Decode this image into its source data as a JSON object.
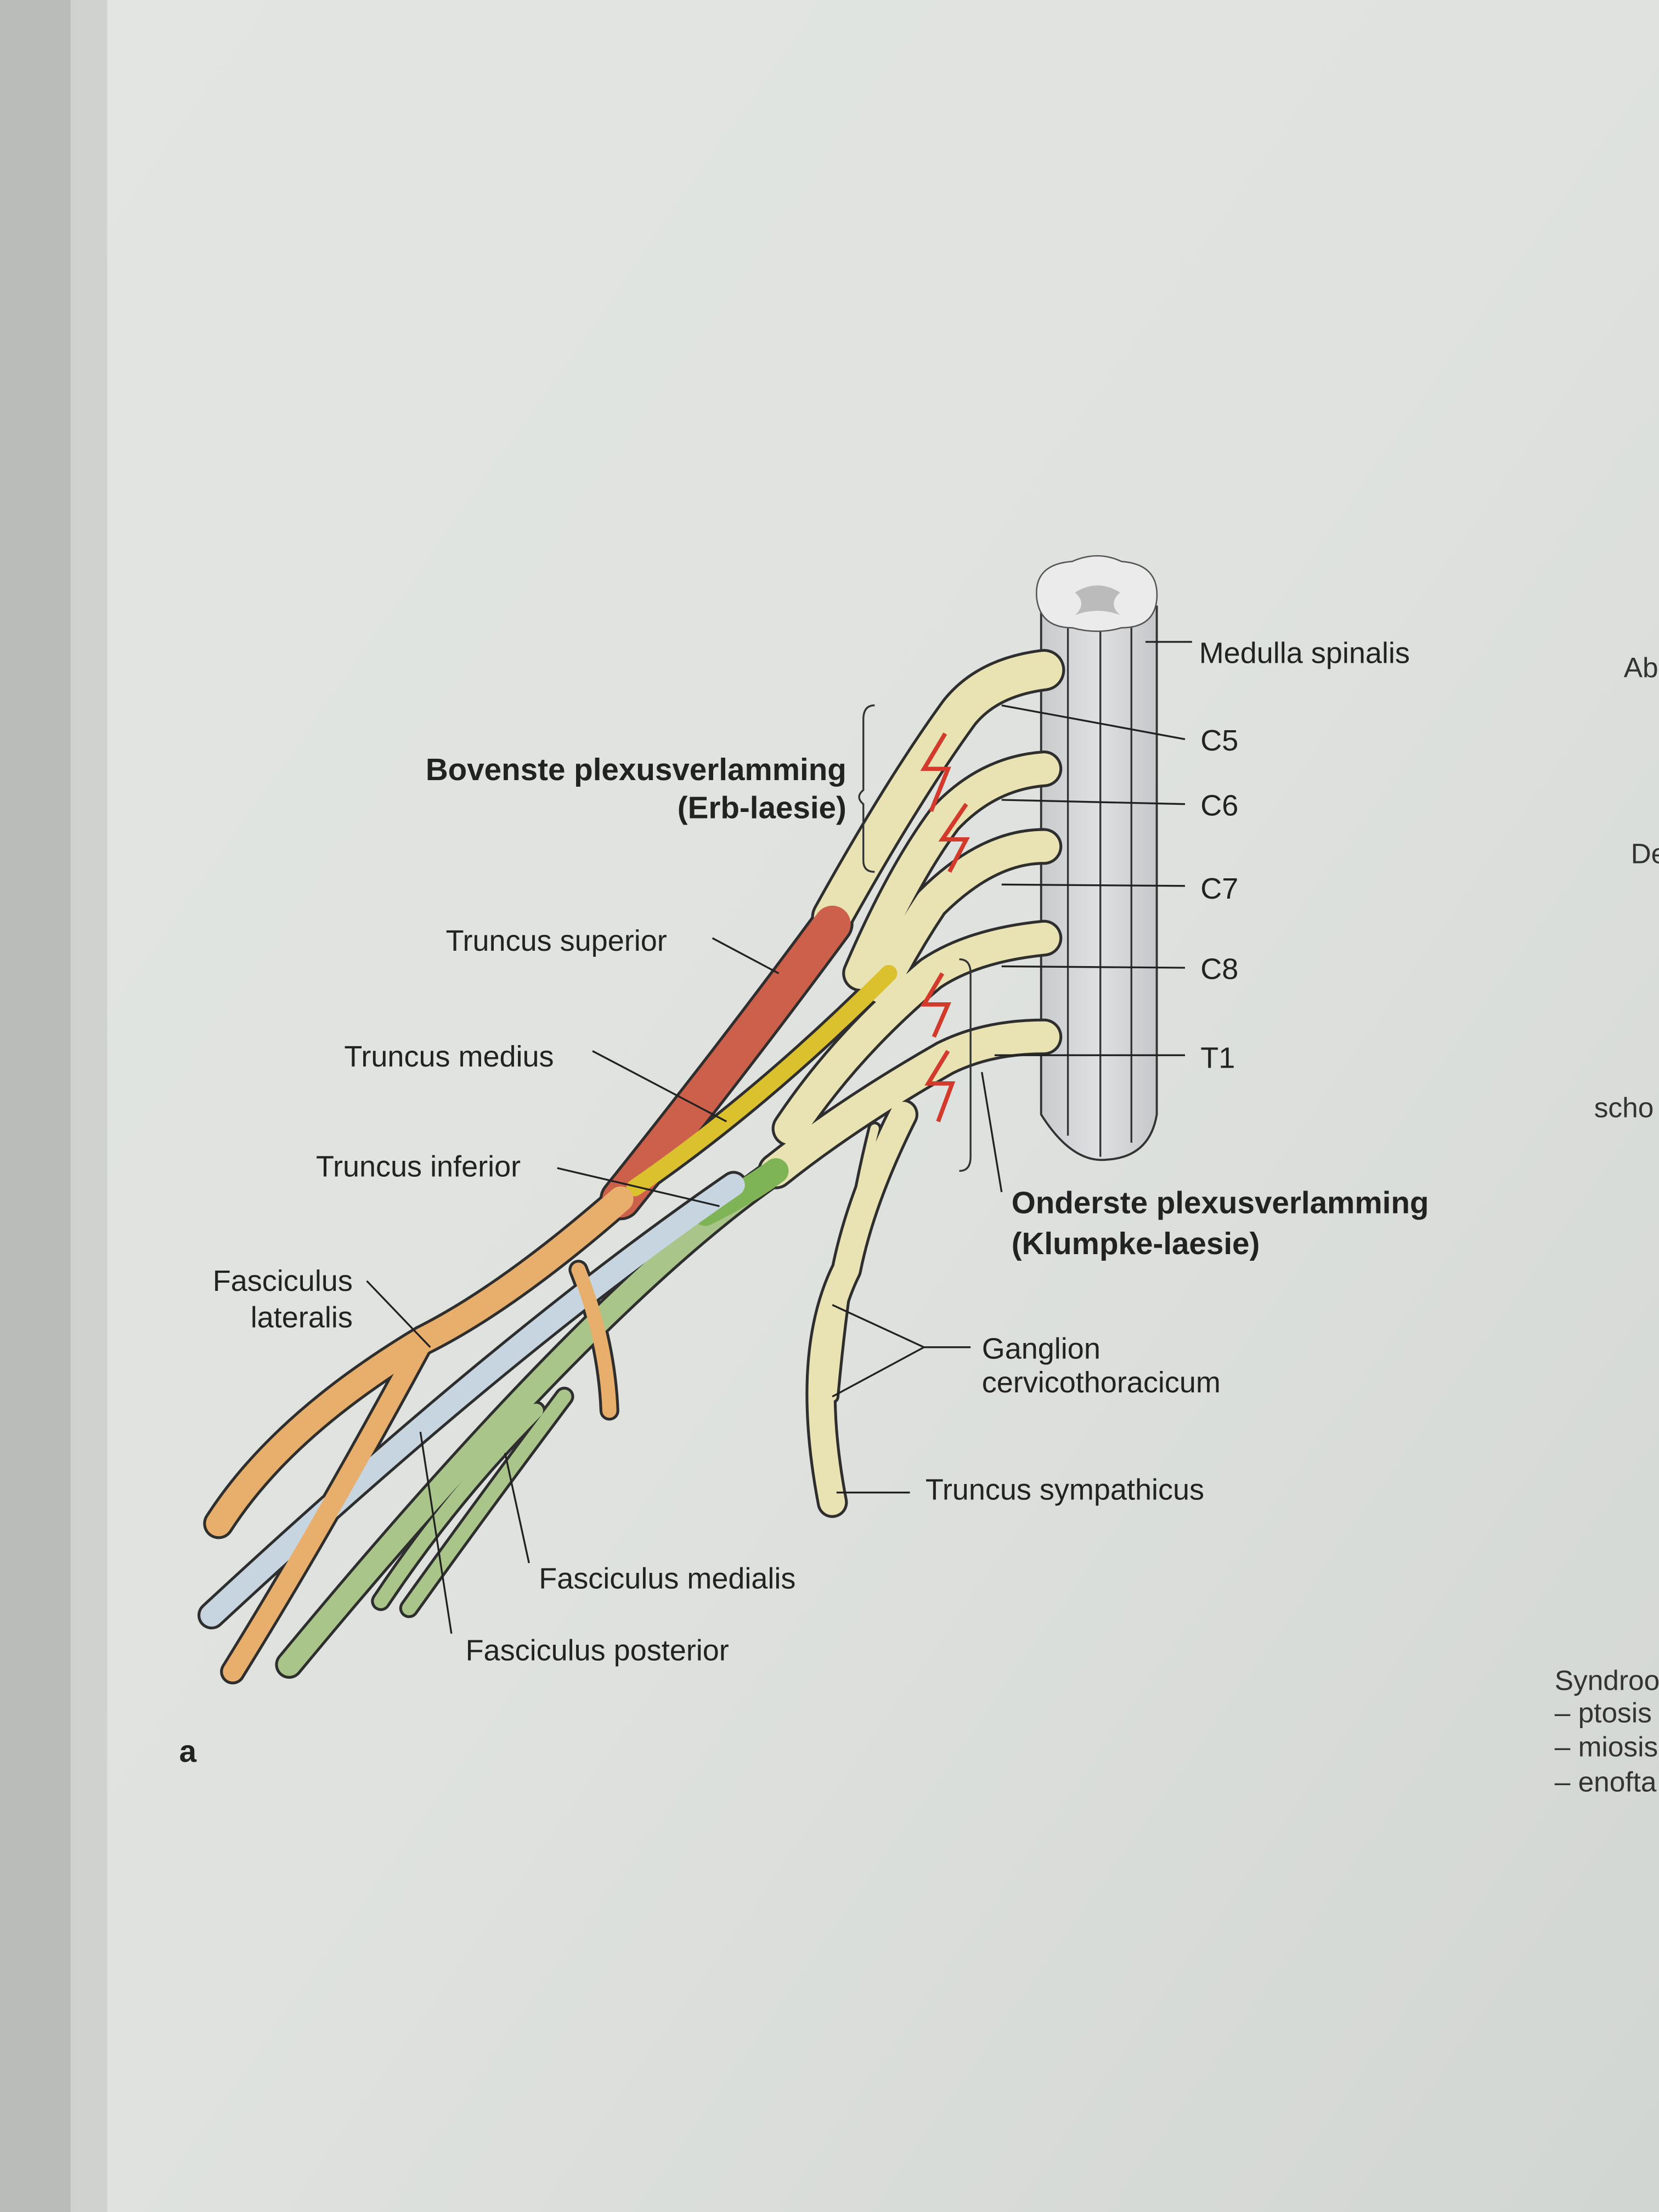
{
  "figure": {
    "panel_label": "a",
    "labels": {
      "medulla_spinalis": "Medulla spinalis",
      "c5": "C5",
      "c6": "C6",
      "c7": "C7",
      "c8": "C8",
      "t1": "T1",
      "erb_line1": "Bovenste plexusverlamming",
      "erb_line2": "(Erb-laesie)",
      "klumpke_line1": "Onderste plexusverlamming",
      "klumpke_line2": "(Klumpke-laesie)",
      "truncus_superior": "Truncus superior",
      "truncus_medius": "Truncus medius",
      "truncus_inferior": "Truncus inferior",
      "fasciculus_lateralis_1": "Fasciculus",
      "fasciculus_lateralis_2": "lateralis",
      "ganglion_1": "Ganglion",
      "ganglion_2": "cervicothoracicum",
      "truncus_sympathicus": "Truncus sympathicus",
      "fasciculus_medialis": "Fasciculus medialis",
      "fasciculus_posterior": "Fasciculus posterior"
    },
    "colors": {
      "root": "#e9e3b4",
      "truncus_superior": "#cc604a",
      "truncus_medius": "#dcc12e",
      "truncus_inferior": "#7fb456",
      "fasciculus_lateralis": "#e8ae6c",
      "fasciculus_medialis": "#c6d5e0",
      "fasciculus_posterior": "#a9c58a",
      "lesion_arrow": "#d33a2c"
    }
  },
  "right_page_fragments": {
    "f1": "Ab",
    "f2": "De",
    "f3": "scho",
    "f4": "Syndroo",
    "f5": "– ptosis",
    "f6": "– miosis",
    "f7": "– enofta"
  }
}
